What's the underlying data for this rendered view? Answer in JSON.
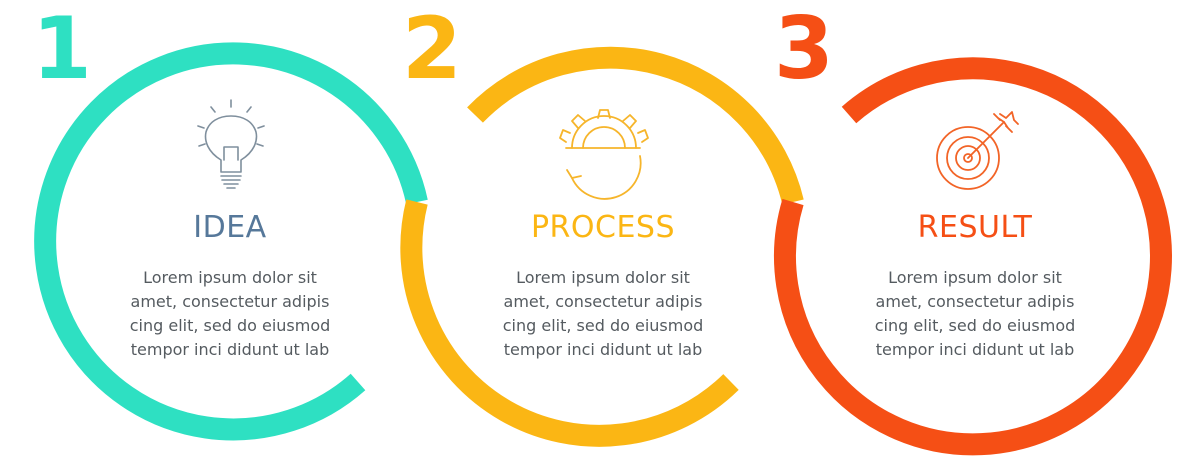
{
  "colors": {
    "step1": "#2ee0c2",
    "step2": "#fbb614",
    "step3": "#f54f15",
    "idea_title": "#56789a",
    "body_text": "#555b60"
  },
  "steps": [
    {
      "number": "1",
      "title": "IDEA",
      "icon": "lightbulb-icon",
      "lines": [
        "Lorem ipsum dolor sit",
        "amet, consectetur adipis",
        "cing elit, sed do eiusmod",
        "tempor inci didunt ut lab"
      ]
    },
    {
      "number": "2",
      "title": "PROCESS",
      "icon": "gear-cycle-icon",
      "lines": [
        "Lorem ipsum dolor sit",
        "amet, consectetur adipis",
        "cing elit, sed do eiusmod",
        "tempor inci didunt ut lab"
      ]
    },
    {
      "number": "3",
      "title": "RESULT",
      "icon": "target-icon",
      "lines": [
        "Lorem ipsum dolor sit",
        "amet, consectetur adipis",
        "cing elit, sed do eiusmod",
        "tempor inci didunt ut lab"
      ]
    }
  ]
}
